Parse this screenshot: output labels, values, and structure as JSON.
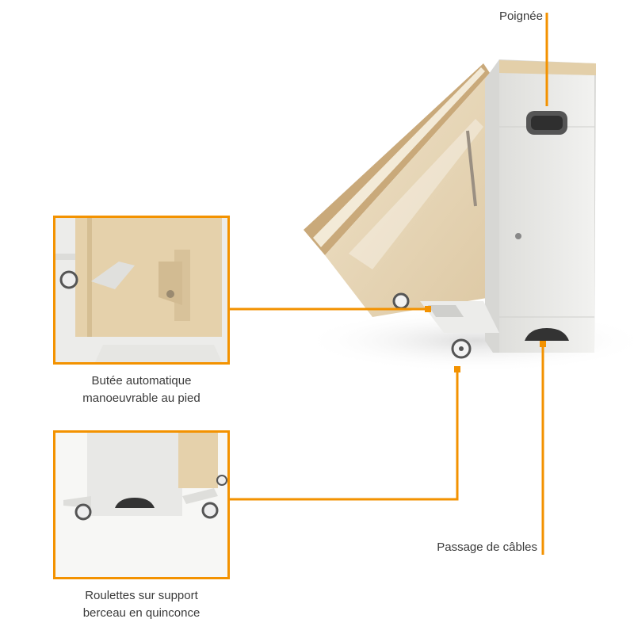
{
  "labels": {
    "handle": "Poignée",
    "foot_stop_line1": "Butée automatique",
    "foot_stop_line2": "manoeuvrable au pied",
    "cable_passage": "Passage de câbles",
    "casters_line1": "Roulettes sur support",
    "casters_line2": "berceau en quinconce"
  },
  "colors": {
    "accent": "#f39200",
    "wood": "#e8d6b6",
    "panel": "#e9e9e7"
  }
}
